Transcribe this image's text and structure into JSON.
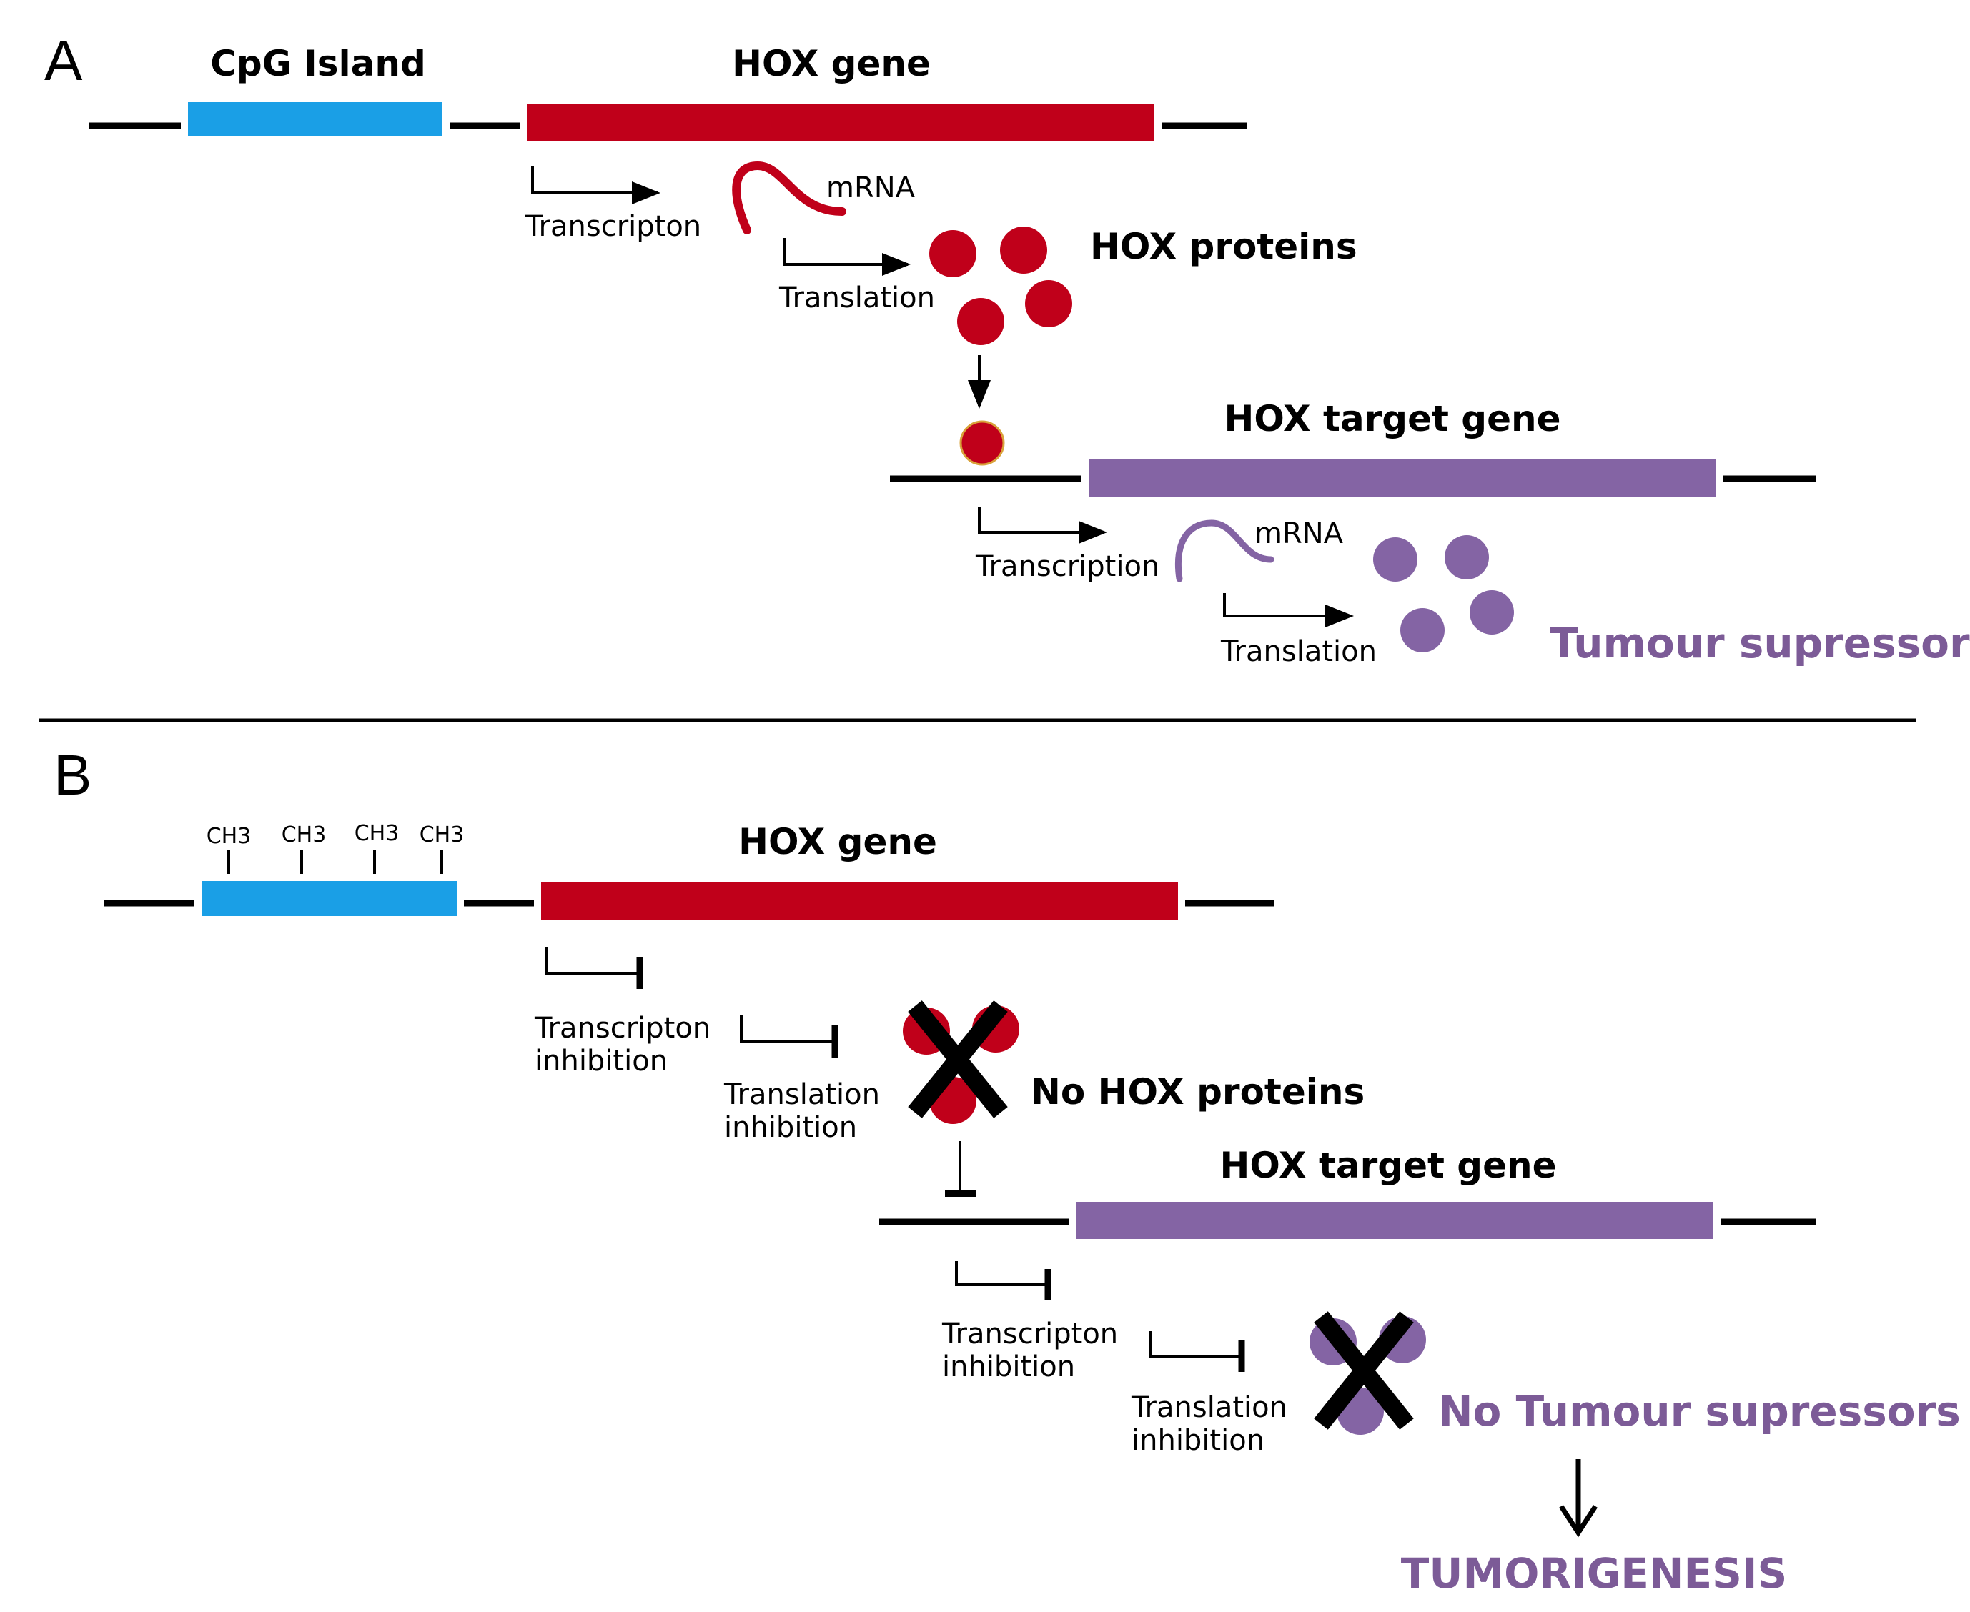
{
  "colors": {
    "cpg": "#1a9fe6",
    "hox_gene": "#c0001a",
    "target_gene": "#8464a4",
    "purple_text": "#7c5b97",
    "line": "#000000"
  },
  "panel_a": {
    "letter": "A",
    "cpg_label": "CpG Island",
    "hox_gene_label": "HOX gene",
    "transcription_label": "Transcripton",
    "mrna_label": "mRNA",
    "translation_label": "Translation",
    "hox_proteins_label": "HOX proteins",
    "target_gene_label": "HOX target gene",
    "target_transcription_label": "Transcription",
    "target_mrna_label": "mRNA",
    "target_translation_label": "Translation",
    "tumour_label": "Tumour supressors"
  },
  "panel_b": {
    "letter": "B",
    "methyl_labels": [
      "CH3",
      "CH3",
      "CH3",
      "CH3"
    ],
    "hox_gene_label": "HOX gene",
    "transcription_inhibition": [
      "Transcripton",
      "inhibition"
    ],
    "translation_inhibition": [
      "Translation",
      "inhibition"
    ],
    "no_hox_label": "No HOX proteins",
    "target_gene_label": "HOX target gene",
    "target_transcription_inhibition": [
      "Transcripton",
      "inhibition"
    ],
    "target_translation_inhibition": [
      "Translation",
      "inhibition"
    ],
    "no_tumour_label": "No Tumour supressors",
    "outcome_label": "TUMORIGENESIS"
  }
}
